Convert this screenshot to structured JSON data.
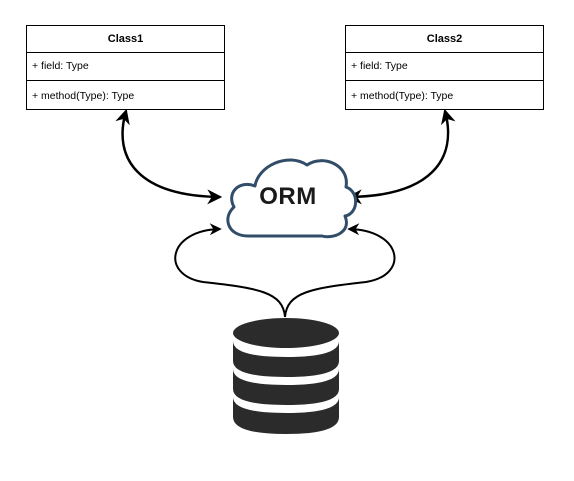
{
  "diagram": {
    "classes": [
      {
        "title": "Class1",
        "field": "+ field: Type",
        "method": "+ method(Type): Type"
      },
      {
        "title": "Class2",
        "field": "+ field: Type",
        "method": "+ method(Type): Type"
      }
    ],
    "orm_label": "ORM"
  }
}
